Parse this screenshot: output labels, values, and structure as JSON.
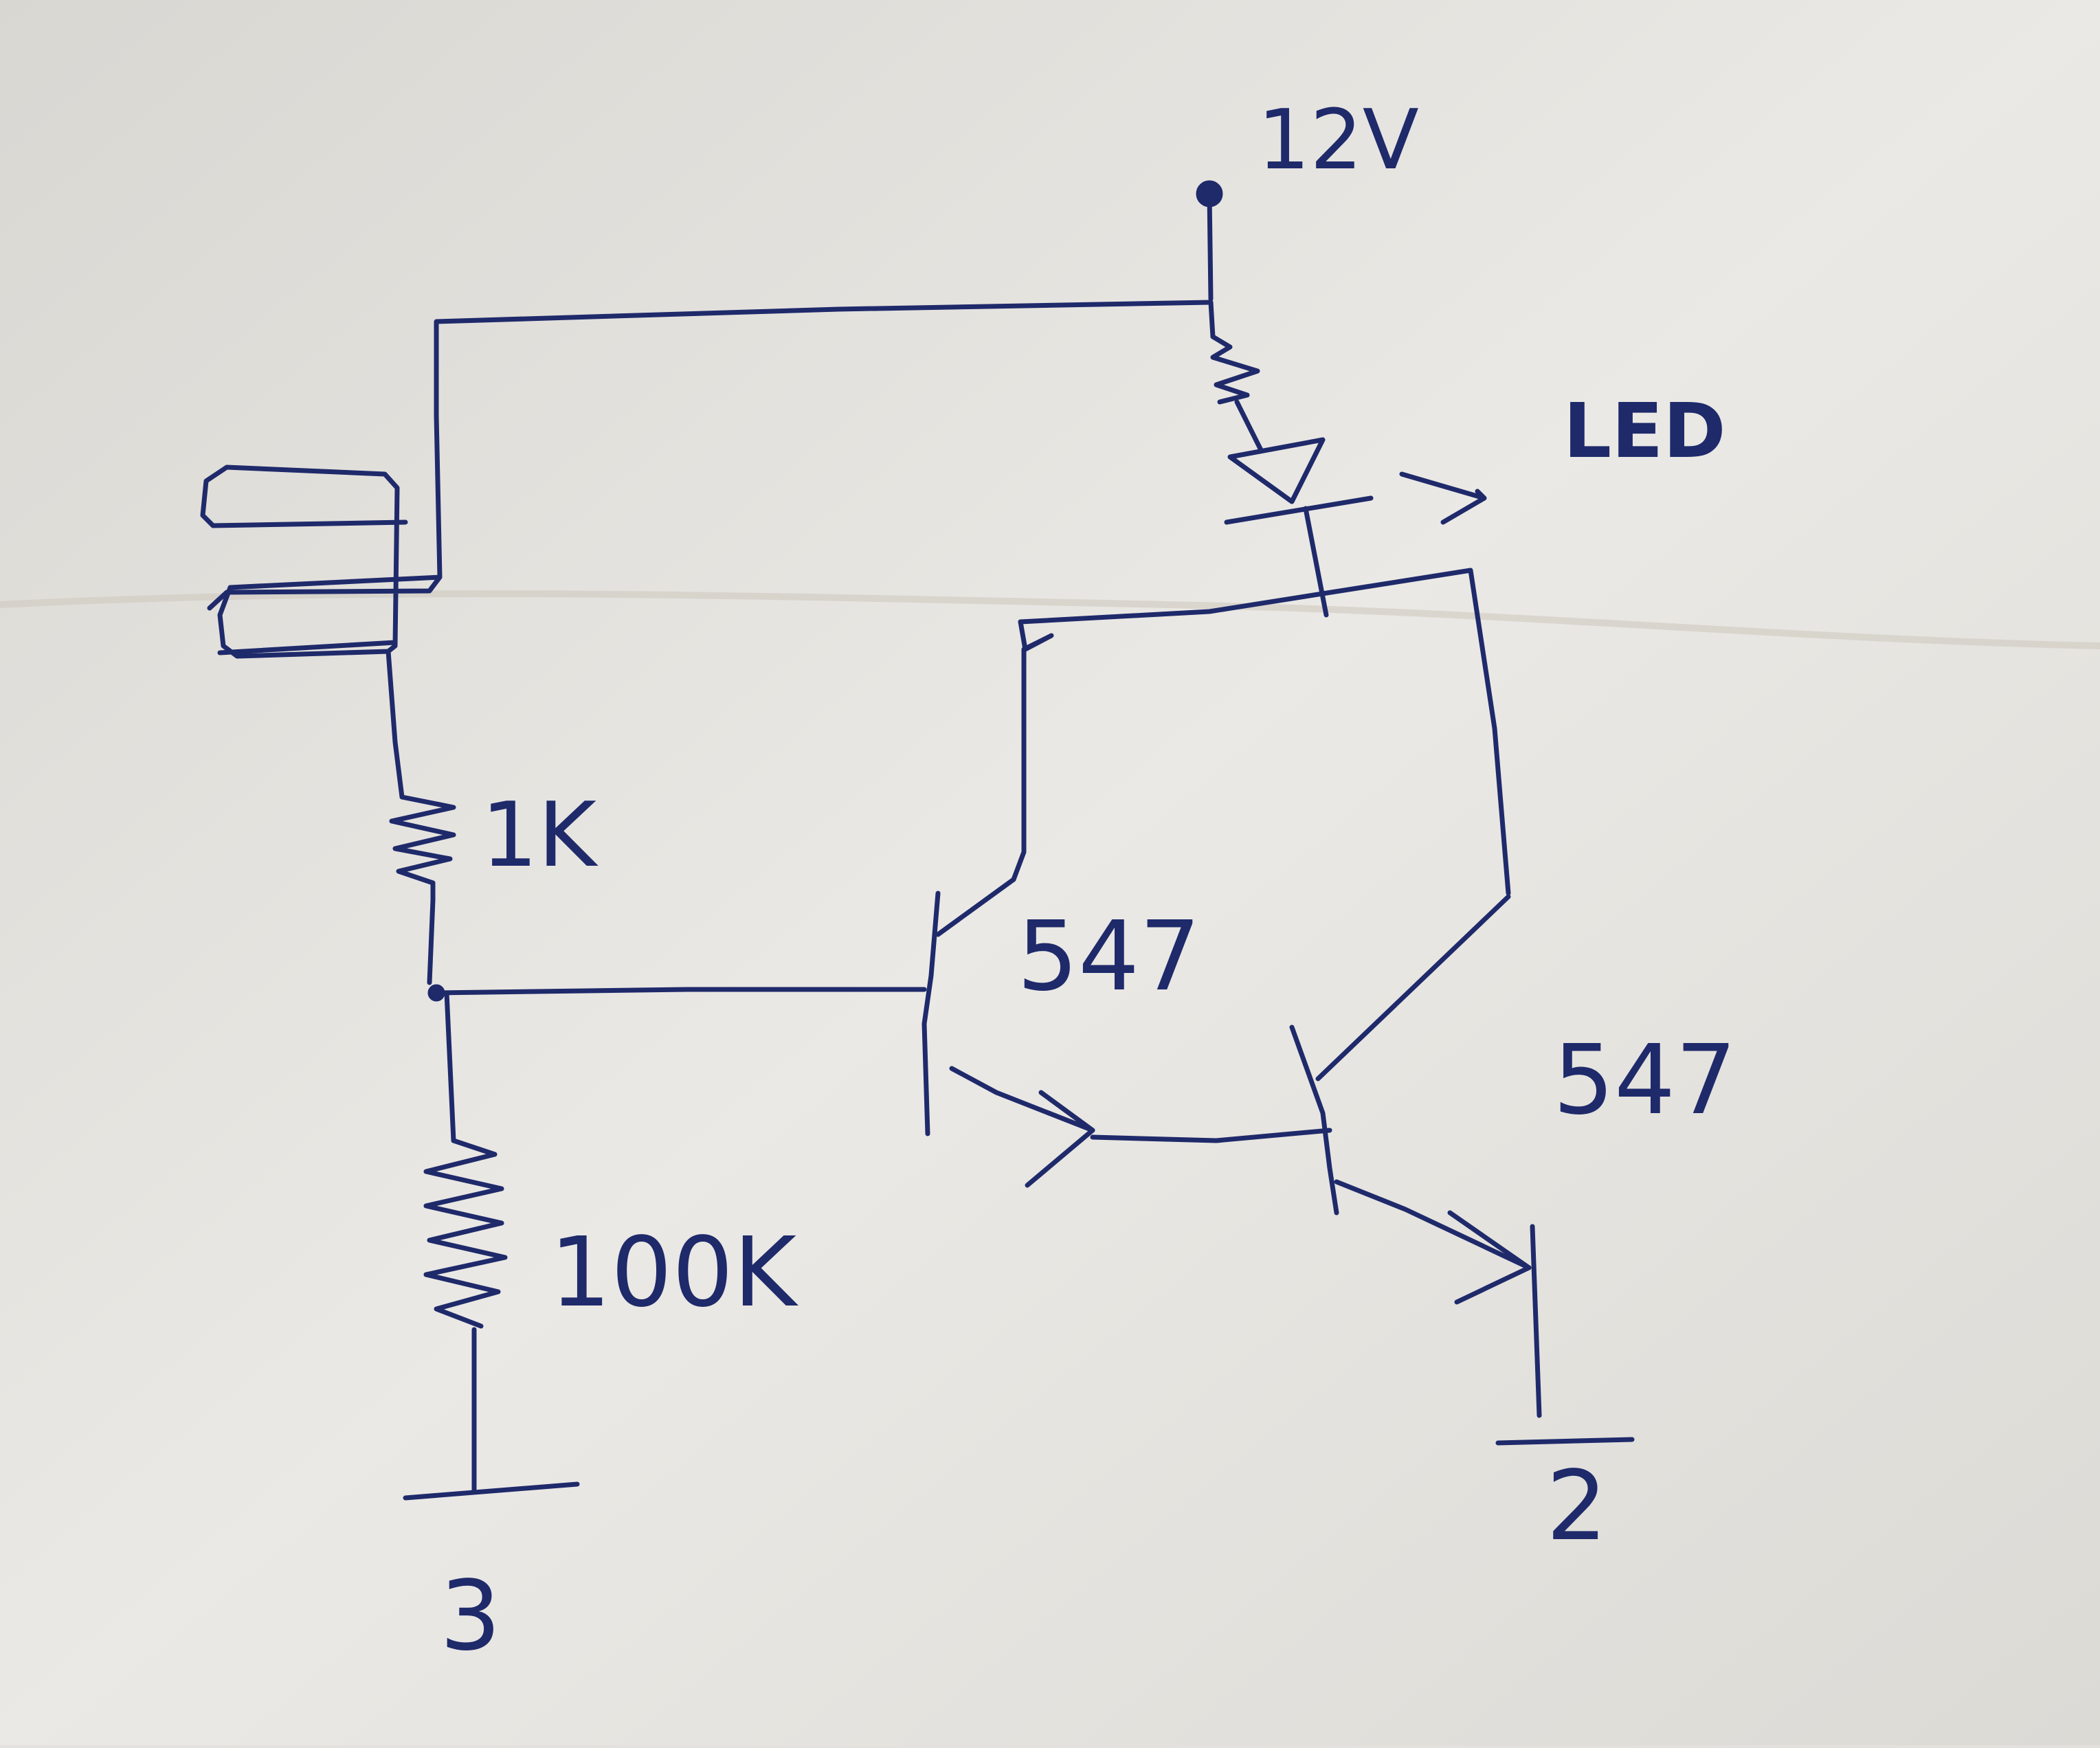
{
  "labels": {
    "supply": "12V",
    "led": "LED",
    "r_top": "1K",
    "r_bottom": "100K",
    "q1": "547",
    "q2": "547",
    "gnd_left": "3",
    "gnd_right": "2"
  },
  "colors": {
    "paper": "#e7e5e1",
    "ink": "#1f2a6b",
    "fold": "#c9c4b8"
  }
}
